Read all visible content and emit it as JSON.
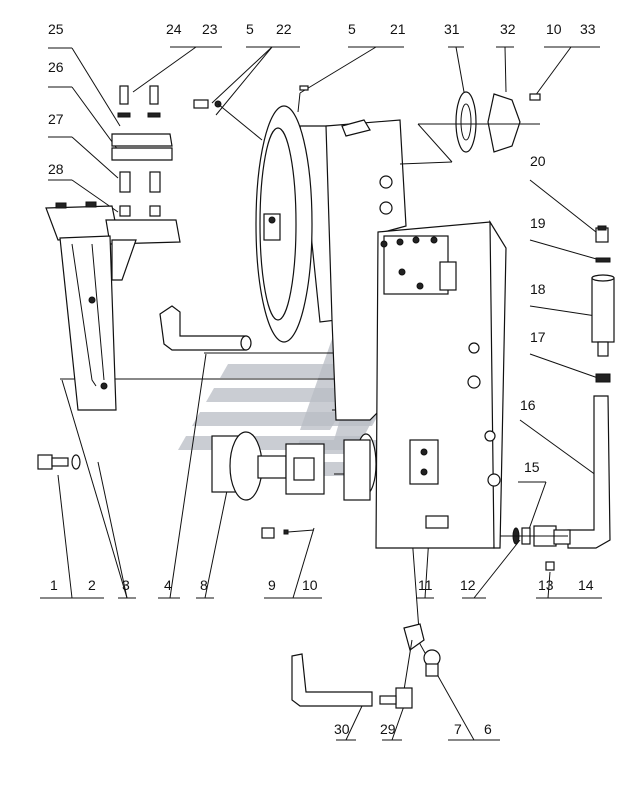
{
  "labels": {
    "l1": "1",
    "l2": "2",
    "l3": "3",
    "l4": "4",
    "l5a": "5",
    "l5b": "5",
    "l6": "6",
    "l7": "7",
    "l8": "8",
    "l9": "9",
    "l10a": "10",
    "l10b": "10",
    "l11": "11",
    "l12": "12",
    "l13": "13",
    "l14": "14",
    "l15": "15",
    "l16": "16",
    "l17": "17",
    "l18": "18",
    "l19": "19",
    "l20": "20",
    "l21": "21",
    "l22": "22",
    "l23": "23",
    "l24": "24",
    "l25": "25",
    "l26": "26",
    "l27": "27",
    "l28": "28",
    "l29": "29",
    "l30": "30",
    "l31": "31",
    "l32": "32",
    "l33": "33"
  },
  "watermark": {
    "color": "#b8bcc4"
  }
}
